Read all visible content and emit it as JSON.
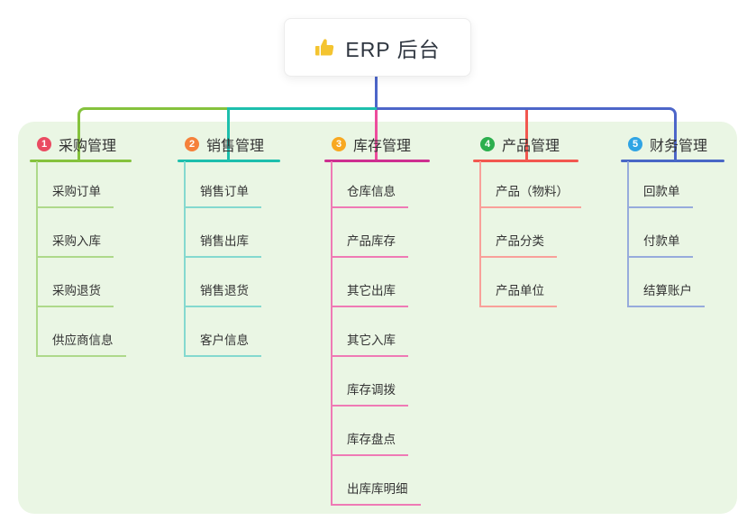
{
  "root": {
    "title": "ERP 后台",
    "icon": "thumbs-up-icon",
    "icon_color": "#F4C430"
  },
  "canvas": {
    "background": "#ffffff",
    "panel_background": "#EAF6E4",
    "root_connector_color": "#4D66C9"
  },
  "branches": [
    {
      "index": "1",
      "label": "采购管理",
      "badge_color": "#EA4B62",
      "line_color": "#85C23D",
      "child_line_color": "#AED98A",
      "children": [
        "采购订单",
        "采购入库",
        "采购退货",
        "供应商信息"
      ]
    },
    {
      "index": "2",
      "label": "销售管理",
      "badge_color": "#F5813B",
      "line_color": "#1DBFAD",
      "child_line_color": "#84D9CF",
      "children": [
        "销售订单",
        "销售出库",
        "销售退货",
        "客户信息"
      ]
    },
    {
      "index": "3",
      "label": "库存管理",
      "badge_color": "#F8A821",
      "line_color": "#CE2F90",
      "drop_color": "#ED4C9D",
      "child_line_color": "#EF7AB5",
      "children": [
        "仓库信息",
        "产品库存",
        "其它出库",
        "其它入库",
        "库存调拨",
        "库存盘点",
        "出库库明细"
      ]
    },
    {
      "index": "4",
      "label": "产品管理",
      "badge_color": "#2CAF4E",
      "line_color": "#F2574F",
      "child_line_color": "#F9A09A",
      "children": [
        "产品（物料）",
        "产品分类",
        "产品单位"
      ]
    },
    {
      "index": "5",
      "label": "财务管理",
      "badge_color": "#30A4E4",
      "line_color": "#4867C6",
      "child_line_color": "#97ABDC",
      "children": [
        "回款单",
        "付款单",
        "结算账户"
      ]
    }
  ]
}
